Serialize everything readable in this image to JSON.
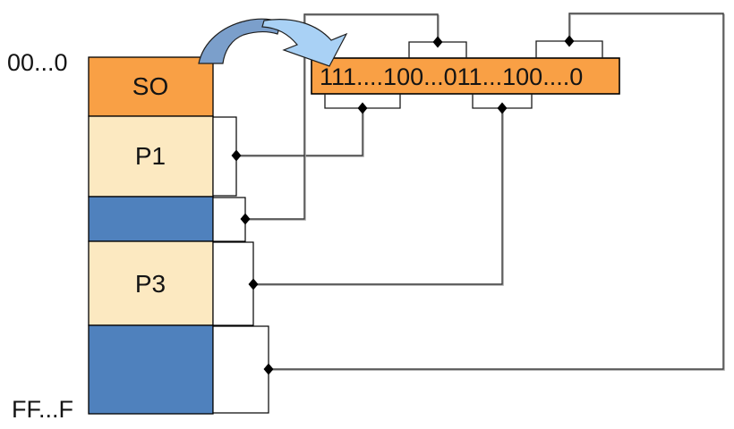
{
  "diagram": {
    "kind": "memory-bitmap-allocation",
    "address_labels": {
      "top": "00...0",
      "bottom": "FF...F"
    },
    "memory_map": {
      "segments": [
        {
          "label": "SO",
          "kind": "os",
          "color_key": "orange"
        },
        {
          "label": "P1",
          "kind": "process",
          "color_key": "cream"
        },
        {
          "label": "",
          "kind": "free",
          "color_key": "blue"
        },
        {
          "label": "P3",
          "kind": "process",
          "color_key": "cream"
        },
        {
          "label": "",
          "kind": "free",
          "color_key": "blue"
        }
      ]
    },
    "bitmap": {
      "value": "111....100...011...100....0"
    },
    "palette": {
      "orange": "#F9A045",
      "cream": "#FCE9C1",
      "blue": "#4F81BD",
      "arrow_light": "#A9D1F5",
      "arrow_dark": "#7B9FCB",
      "line": "#3d3d3d",
      "line_shadow": "#a8a8a8"
    }
  }
}
